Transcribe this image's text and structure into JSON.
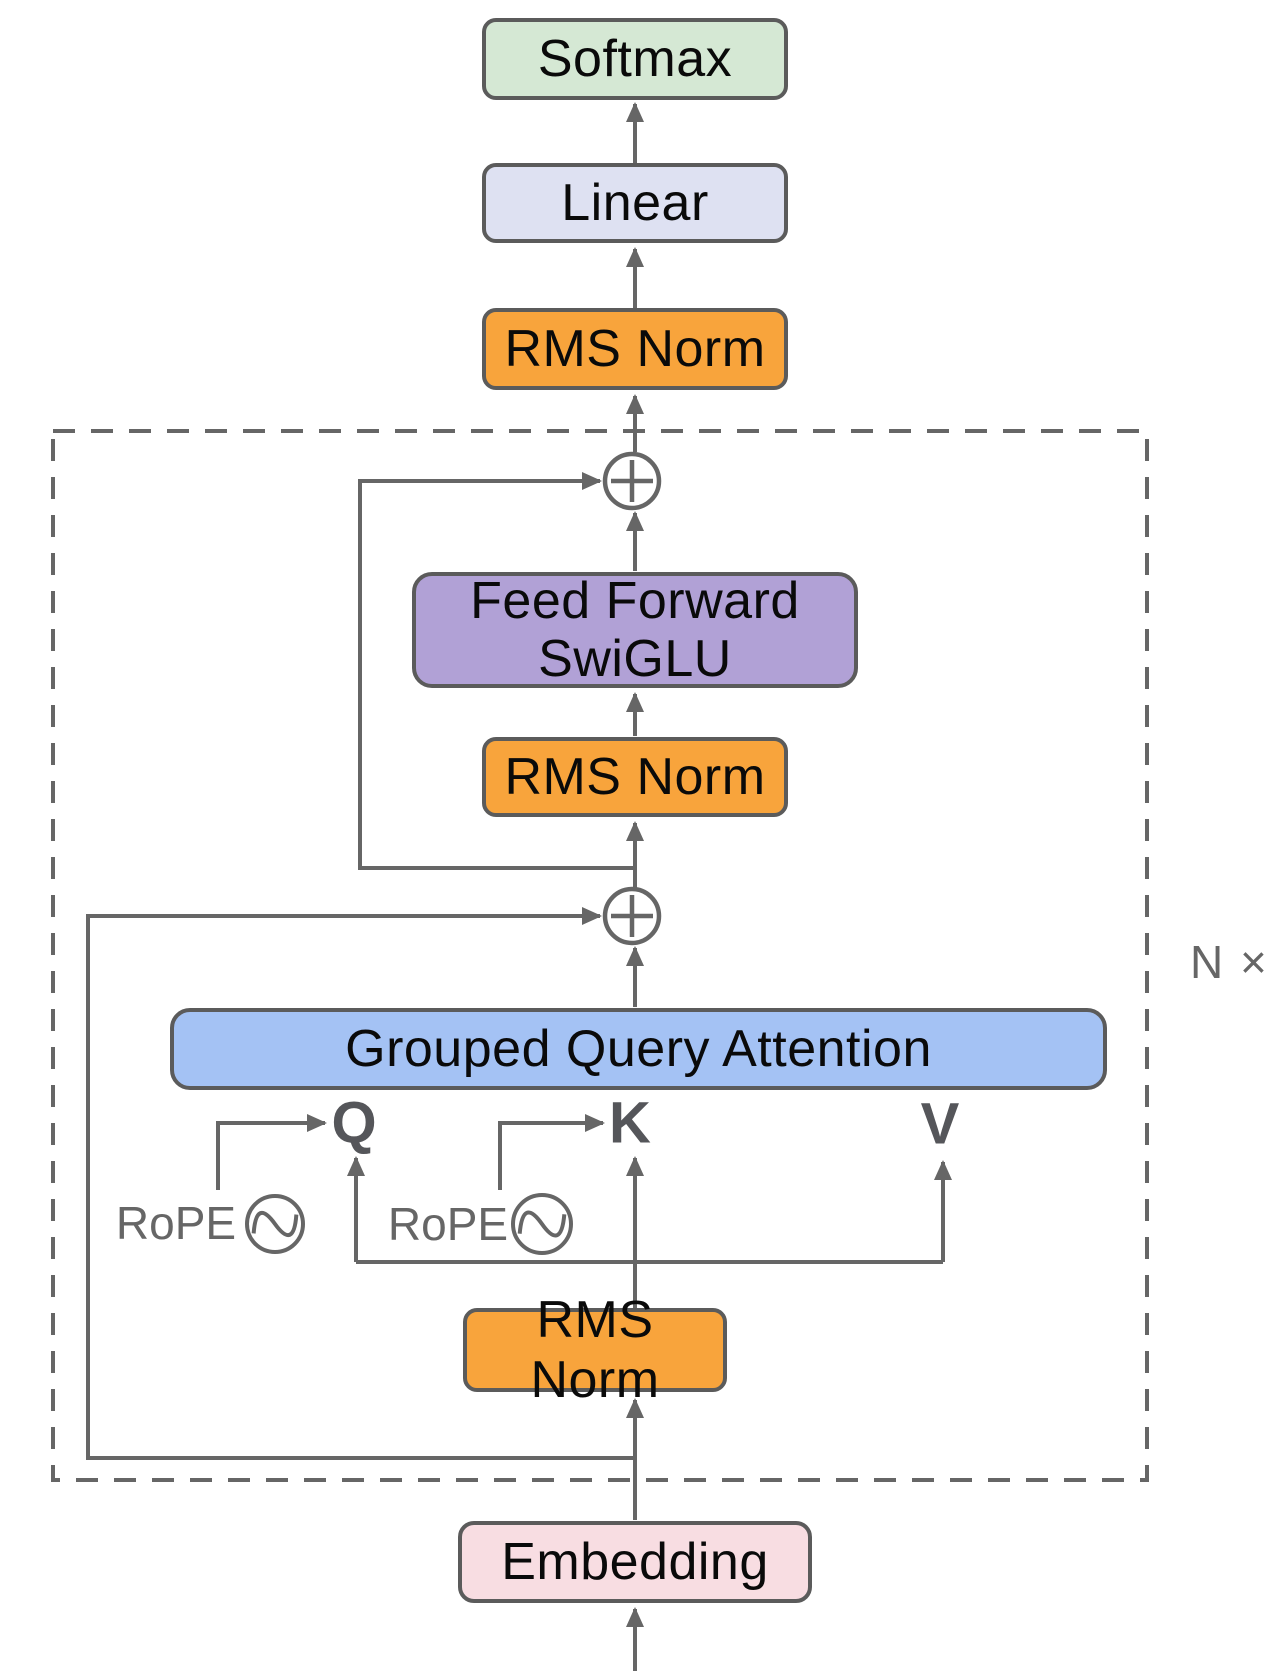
{
  "diagram": {
    "kind": "llm-architecture-flow",
    "loop_label": "N ×",
    "line_color": "#666666",
    "border_color": "#5b5b5b",
    "nodes": {
      "softmax": {
        "label": "Softmax",
        "fill": "#d5e8d4"
      },
      "linear": {
        "label": "Linear",
        "fill": "#dee1f2"
      },
      "rms_norm_top": {
        "label": "RMS Norm",
        "fill": "#f8a43c"
      },
      "feed_forward": {
        "label_line1": "Feed Forward",
        "label_line2": "SwiGLU",
        "fill": "#b1a1d6"
      },
      "rms_norm_mid": {
        "label": "RMS Norm",
        "fill": "#f8a43c"
      },
      "attention": {
        "label": "Grouped Query Attention",
        "fill": "#a4c2f4"
      },
      "rms_norm_bottom": {
        "label": "RMS Norm",
        "fill": "#f8a43c"
      },
      "embedding": {
        "label": "Embedding",
        "fill": "#f8dde2"
      }
    },
    "ports": {
      "query": "Q",
      "key": "K",
      "value": "V"
    },
    "rope": {
      "label": "RoPE"
    },
    "operators": {
      "residual_add_symbol": "⊕"
    }
  }
}
